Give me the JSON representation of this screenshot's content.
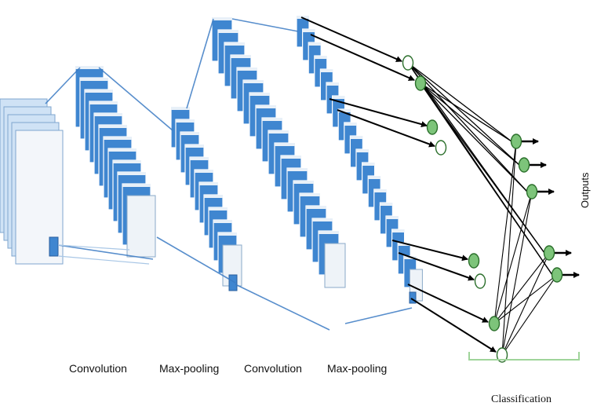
{
  "labels": {
    "conv1": "Convolution",
    "pool1": "Max-pooling",
    "conv2": "Convolution",
    "pool2": "Max-pooling",
    "classification": "Classification",
    "outputs": "Outputs"
  },
  "colors": {
    "map_fill": "#3f86d0",
    "map_fill_light": "#cfe2f5",
    "map_edge": "#2a5f9e",
    "connector": "#3b7bc4",
    "node_fill": "#7dc47a",
    "node_edge": "#2b6f2b",
    "arrow": "#000000",
    "bracket": "#9fd49a"
  }
}
